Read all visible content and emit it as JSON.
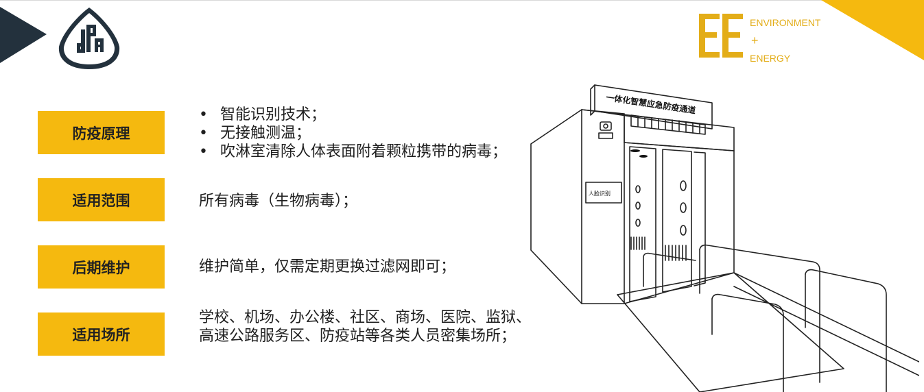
{
  "brand": {
    "ee_mark": "EE",
    "ee_line1": "ENVIRONMENT",
    "ee_plus": "+",
    "ee_line2": "ENERGY"
  },
  "sections": [
    {
      "label": "防疫原理",
      "bullets": [
        "智能识别技术；",
        "无接触测温；",
        "吹淋室清除人体表面附着颗粒携带的病毒；"
      ]
    },
    {
      "label": "适用范围",
      "text": "所有病毒（生物病毒）；"
    },
    {
      "label": "后期维护",
      "text": "维护简单，仅需定期更换过滤网即可；"
    },
    {
      "label": "适用场所",
      "text": "学校、机场、办公楼、社区、商场、医院、监狱、高速公路服务区、防疫站等各类人员密集场所；"
    }
  ],
  "illustration": {
    "sign_text": "一体化智慧应急防疫通道",
    "panel_text": "人脸识别"
  },
  "colors": {
    "accent_yellow": "#f5b90f",
    "ee_gold": "#e3ad18",
    "dark_navy": "#23313d"
  }
}
